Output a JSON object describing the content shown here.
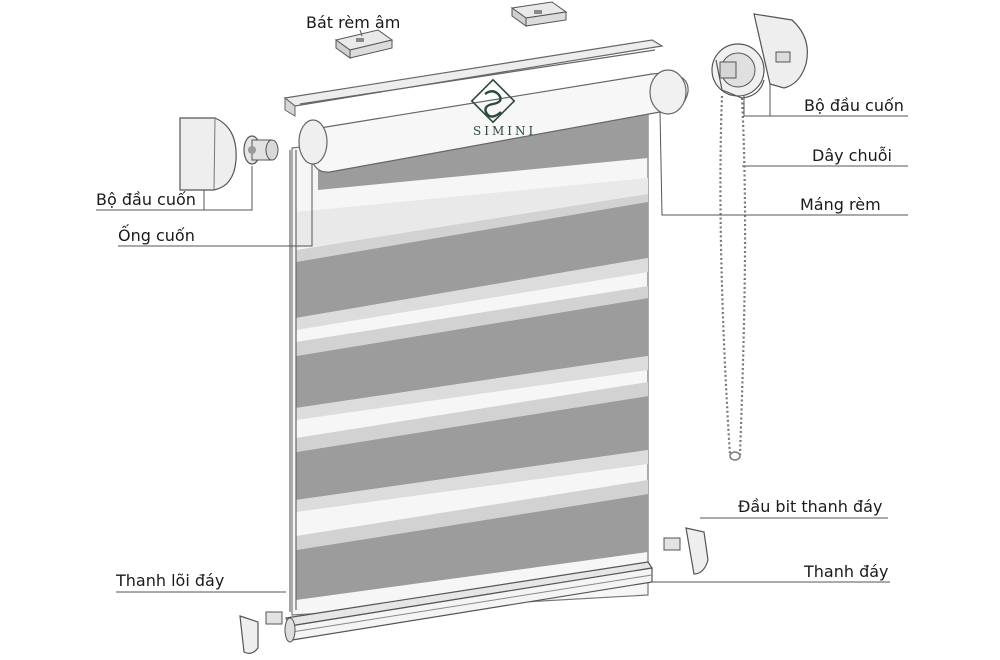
{
  "brand": {
    "name": "SIMINI",
    "color": "#2c4a3a"
  },
  "labels": {
    "bat_rem_am": "Bát rèm âm",
    "bo_dau_cuon_right": "Bộ đầu cuốn",
    "day_chuoi": "Dây chuỗi",
    "mang_rem": "Máng rèm",
    "bo_dau_cuon_left": "Bộ đầu cuốn",
    "ong_cuon": "Ống cuốn",
    "dau_bit_thanh_day": "Đầu bit thanh đáy",
    "thanh_day": "Thanh đáy",
    "thanh_loi_day": "Thanh lõi đáy"
  },
  "colors": {
    "dark_stripe": "#9a9a9a",
    "light_stripe": "#f2f2f2",
    "line": "#555555",
    "part_fill": "#e4e4e4"
  }
}
